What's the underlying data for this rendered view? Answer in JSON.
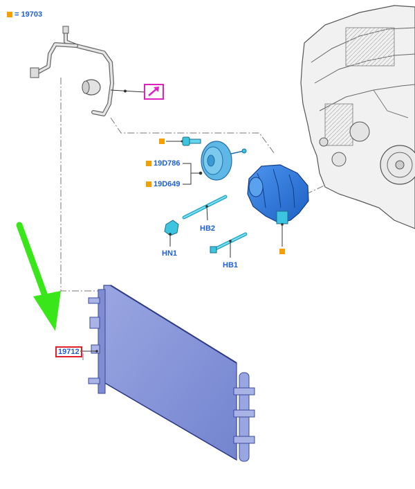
{
  "legend": {
    "marker_color": "#f5a000",
    "text": "= 19703"
  },
  "callouts": {
    "pulley": "19D786",
    "clutch": "19D649",
    "bolt_hb2": "HB2",
    "nut_hn1": "HN1",
    "bolt_hb1": "HB1",
    "condenser": "19712"
  },
  "icons": {
    "link_arrow": "link-arrow-icon",
    "pointer": "green-arrow-icon"
  },
  "colors": {
    "label_blue": "#1f5fd6",
    "marker_orange": "#f5a000",
    "link_box_magenta": "#e020c0",
    "condenser_highlight_red": "#e0202a",
    "pointer_green": "#39e61a",
    "condenser_fill": "#8895d6",
    "compressor_blue": "#2a78e0",
    "part_cyan": "#3cc4e0"
  }
}
